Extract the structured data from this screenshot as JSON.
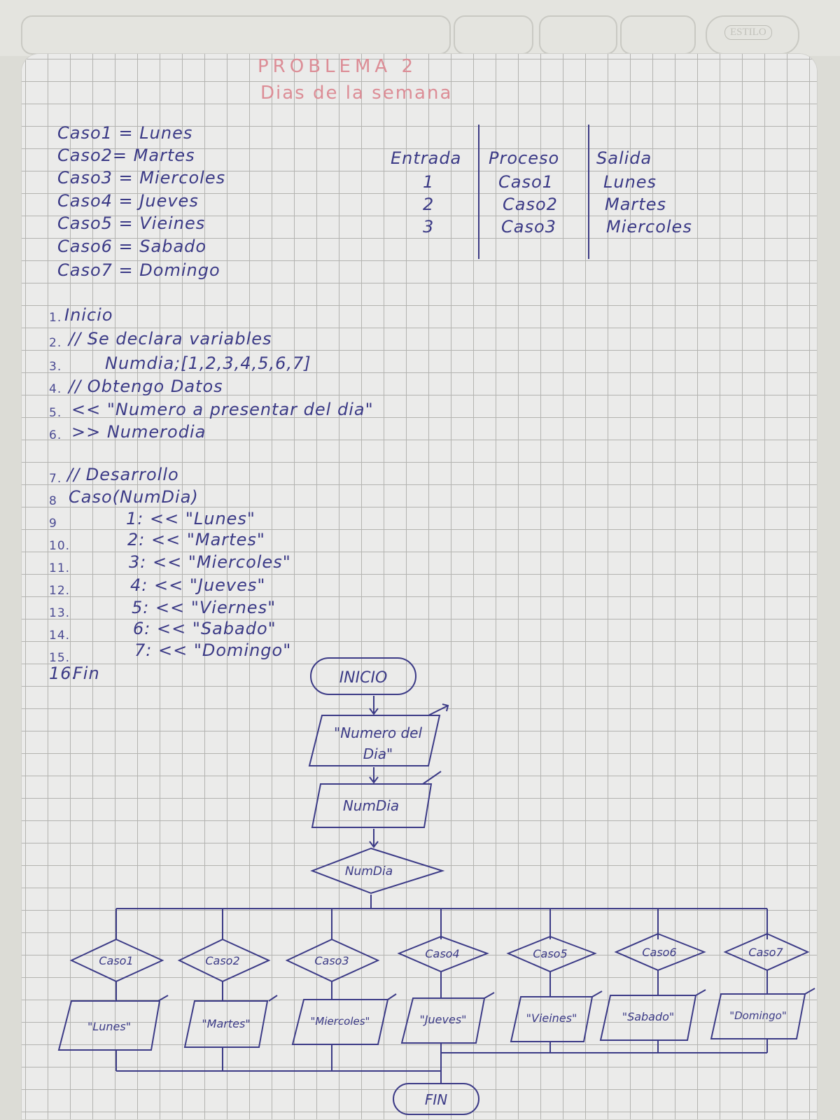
{
  "header": {
    "label": "ESTILO"
  },
  "title": {
    "line1": "PROBLEMA 2",
    "line2": "Dias de la semana"
  },
  "casos": [
    "Caso1 = Lunes",
    "Caso2= Martes",
    "Caso3 = Miercoles",
    "Caso4 = Jueves",
    "Caso5 = Vieines",
    "Caso6 = Sabado",
    "Caso7 = Domingo"
  ],
  "io_table": {
    "headers": [
      "Entrada",
      "Proceso",
      "Salida"
    ],
    "rows": [
      [
        "1",
        "Caso1",
        "Lunes"
      ],
      [
        "2",
        "Caso2",
        "Martes"
      ],
      [
        "3",
        "Caso3",
        "Miercoles"
      ]
    ]
  },
  "pseudocode": [
    {
      "num": "1.",
      "text": "Inicio"
    },
    {
      "num": "2.",
      "text": "// Se declara variables"
    },
    {
      "num": "3.",
      "text": "Numdia;[1,2,3,4,5,6,7]"
    },
    {
      "num": "4.",
      "text": "// Obtengo Datos"
    },
    {
      "num": "5.",
      "text": "<< \"Numero a presentar del dia\""
    },
    {
      "num": "6.",
      "text": ">> Numerodia"
    },
    {
      "num": "7.",
      "text": "// Desarrollo"
    },
    {
      "num": "8",
      "text": "Caso(NumDia)"
    },
    {
      "num": "9",
      "text": "1: << \"Lunes\""
    },
    {
      "num": "10.",
      "text": "2: << \"Martes\""
    },
    {
      "num": "11.",
      "text": "3: << \"Miercoles\""
    },
    {
      "num": "12.",
      "text": "4: << \"Jueves\""
    },
    {
      "num": "13.",
      "text": "5: << \"Viernes\""
    },
    {
      "num": "14.",
      "text": "6: << \"Sabado\""
    },
    {
      "num": "15.",
      "text": "7: << \"Domingo\""
    },
    {
      "num": "16.",
      "text": "Fin"
    }
  ],
  "flowchart": {
    "start": "INICIO",
    "output_line1": "\"Numero del",
    "output_line2": "Dia\"",
    "input": "NumDia",
    "decision": "NumDia",
    "cases": [
      "Caso1",
      "Caso2",
      "Caso3",
      "Caso4",
      "Caso5",
      "Caso6",
      "Caso7"
    ],
    "outputs": [
      "\"Lunes\"",
      "\"Martes\"",
      "\"Miercoles\"",
      "\"Jueves\"",
      "\"Vieines\"",
      "\"Sabado\"",
      "\"Domingo\""
    ],
    "end": "FIN"
  },
  "colors": {
    "ink": "#3b3a86",
    "title_ink": "#dc8d96",
    "grid": "#b3b3b0",
    "paper": "#ebebea"
  }
}
